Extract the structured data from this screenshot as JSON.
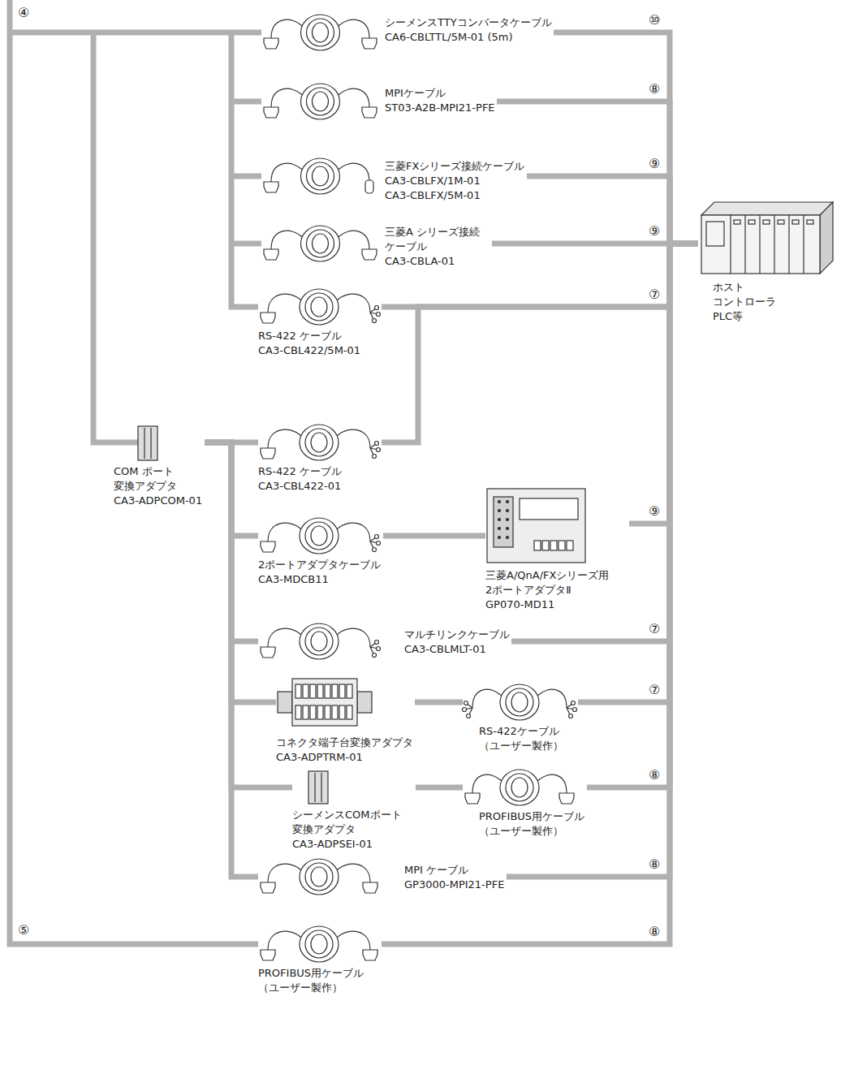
{
  "diagram": {
    "nodes": [
      {
        "text": [
          "シーメンスTTYコンバータケーブル",
          "CA6-CBLTTL/5M-01 (5m)"
        ]
      },
      {
        "text": [
          "MPIケーブル",
          "ST03-A2B-MPI21-PFE"
        ]
      },
      {
        "text": [
          "三菱FXシリーズ接続ケーブル",
          "CA3-CBLFX/1M-01",
          "CA3-CBLFX/5M-01"
        ]
      },
      {
        "text": [
          "三菱A シリーズ接続 ケーブル",
          "CA3-CBLA-01"
        ]
      },
      {
        "text": [
          "ホスト コントローラ PLC等"
        ]
      },
      {
        "text": [
          "RS-422 ケーブル",
          "CA3-CBL422/5M-01"
        ]
      },
      {
        "text": [
          "COM ポート 変換アダプタ",
          "CA3-ADPCOM-01"
        ]
      },
      {
        "text": [
          "RS-422 ケーブル",
          "CA3-CBL422-01"
        ]
      },
      {
        "text": [
          "2ポートアダプタケーブル",
          "CA3-MDCB11"
        ]
      },
      {
        "text": [
          "三菱A/QnA/FXシリーズ用 2ポートアダプタⅡ",
          "GP070-MD11"
        ]
      },
      {
        "text": [
          "マルチリンクケーブル",
          "CA3-CBLMLT-01"
        ]
      },
      {
        "text": [
          "コネクタ端子台変換アダプタ",
          "CA3-ADPTRM-01"
        ]
      },
      {
        "text": [
          "RS-422ケーブル",
          "（ユーザー製作）"
        ]
      },
      {
        "text": [
          "シーメンスCOMポート 変換アダプタ",
          "CA3-ADPSEI-01"
        ]
      },
      {
        "text": [
          "PROFIBUS用ケーブル",
          "（ユーザー製作）"
        ]
      },
      {
        "text": [
          "MPI ケーブル",
          "GP3000-MPI21-PFE"
        ]
      },
      {
        "text": [
          "PROFIBUS用ケーブル",
          "（ユーザー製作）"
        ]
      }
    ],
    "edges": [
      {
        "from": 0,
        "to": 4,
        "arrow": "none"
      },
      {
        "from": 1,
        "to": 4,
        "arrow": "none"
      },
      {
        "from": 2,
        "to": 4,
        "arrow": "none"
      },
      {
        "from": 3,
        "to": 4,
        "arrow": "none"
      },
      {
        "from": 5,
        "to": 4,
        "arrow": "none"
      },
      {
        "from": 6,
        "to": 7,
        "arrow": "none"
      },
      {
        "from": 7,
        "to": 4,
        "arrow": "none"
      },
      {
        "from": 6,
        "to": 8,
        "arrow": "none"
      },
      {
        "from": 8,
        "to": 9,
        "arrow": "none"
      },
      {
        "from": 9,
        "to": 4,
        "arrow": "none"
      },
      {
        "from": 6,
        "to": 10,
        "arrow": "none"
      },
      {
        "from": 10,
        "to": 4,
        "arrow": "none"
      },
      {
        "from": 6,
        "to": 11,
        "arrow": "none"
      },
      {
        "from": 11,
        "to": 12,
        "arrow": "none"
      },
      {
        "from": 12,
        "to": 4,
        "arrow": "none"
      },
      {
        "from": 6,
        "to": 13,
        "arrow": "none"
      },
      {
        "from": 13,
        "to": 14,
        "arrow": "none"
      },
      {
        "from": 14,
        "to": 4,
        "arrow": "none"
      },
      {
        "from": 6,
        "to": 15,
        "arrow": "none"
      },
      {
        "from": 15,
        "to": 4,
        "arrow": "none"
      },
      {
        "from": 16,
        "to": 4,
        "arrow": "none"
      }
    ],
    "labels": [
      "④",
      "⑩",
      "⑧",
      "⑨",
      "⑨",
      "⑦",
      "⑨",
      "⑦",
      "⑦",
      "⑧",
      "⑧",
      "⑤",
      "⑧"
    ]
  }
}
